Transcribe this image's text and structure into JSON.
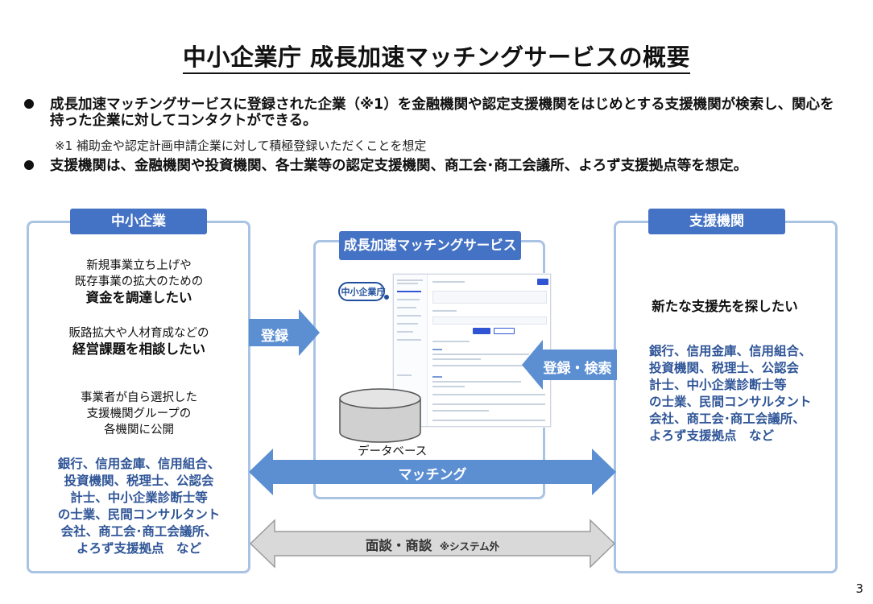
{
  "title": "中小企業庁 成長加速マッチングサービスの概要",
  "bullets": [
    "成長加速マッチングサービスに登録された企業（※1）を金融機関や認定支援機関をはじめとする支援機関が検索し、関心を持った企業に対してコンタクトができる。",
    "支援機関は、金融機関や投資機関、各士業等の認定支援機関、商工会･商工会議所、よろず支援拠点等を想定。"
  ],
  "note": "※1 補助金や認定計画申請企業に対して積極登録いただくことを想定",
  "left": {
    "tab": "中小企業",
    "item1_line1": "新規事業立ち上げや",
    "item1_line2": "既存事業の拡大のための",
    "item1_bold": "資金を調達したい",
    "item2_line1": "販路拡大や人材育成などの",
    "item2_bold": "経営課題を相談したい",
    "item3_line1": "事業者が自ら選択した",
    "item3_line2": "支援機関グループの",
    "item3_line3": "各機関に公開",
    "institutions": [
      "銀行、信用金庫、信用組合、",
      "投資機関、税理士、公認会",
      "計士、中小企業診断士等",
      "の士業、民間コンサルタント",
      "会社、商工会･商工会議所、",
      "よろず支援拠点　など"
    ]
  },
  "center": {
    "tab": "成長加速マッチングサービス",
    "logo_text": "中小企業庁",
    "db_label": "データベース"
  },
  "right": {
    "tab": "支援機関",
    "heading": "新たな支援先を探したい",
    "institutions": [
      "銀行、信用金庫、信用組合、",
      "投資機関、税理士、公認会",
      "計士、中小企業診断士等",
      "の士業、民間コンサルタント",
      "会社、商工会･商工会議所、",
      "よろず支援拠点　など"
    ]
  },
  "arrows": {
    "register": "登録",
    "register_search": "登録・検索",
    "matching": "マッチング",
    "interview": "面談・商談",
    "interview_note": "※システム外"
  },
  "colors": {
    "tab_blue": "#4472c4",
    "panel_border": "#a9c3e4",
    "arrow_blue": "#5b8fd2",
    "text_blue": "#2f5597",
    "arrow_gray": "#d9d9d9"
  },
  "page_number": "3"
}
